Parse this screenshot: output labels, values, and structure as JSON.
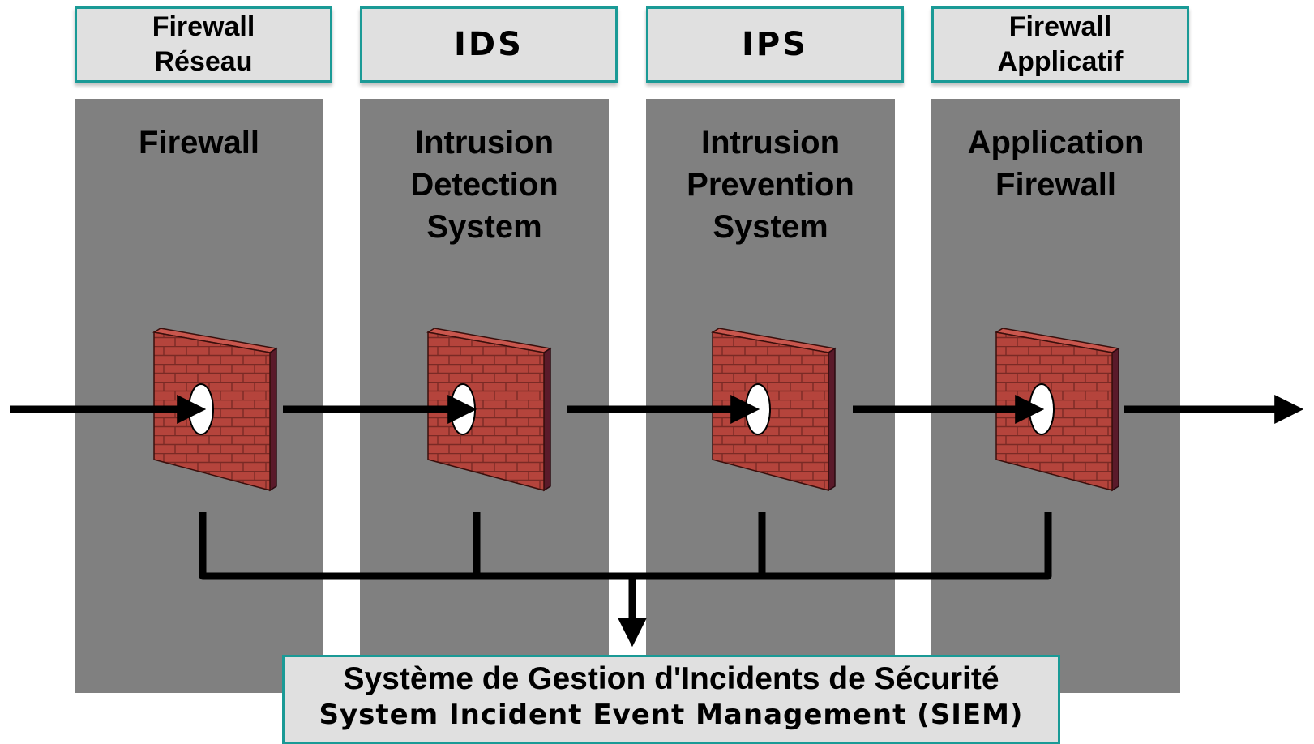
{
  "stages": [
    {
      "short_label": "Firewall\nRéseau",
      "title": "Firewall",
      "icon": "brick-wall-icon"
    },
    {
      "short_label": "IDS",
      "title": "Intrusion\nDetection\nSystem",
      "icon": "brick-wall-icon"
    },
    {
      "short_label": "IPS",
      "title": "Intrusion\nPrevention\nSystem",
      "icon": "brick-wall-icon"
    },
    {
      "short_label": "Firewall\nApplicatif",
      "title": "Application\nFirewall",
      "icon": "brick-wall-icon"
    }
  ],
  "siem": {
    "title_fr": "Système de Gestion d'Incidents de Sécurité",
    "title_en": "System Incident Event Management (SIEM)"
  },
  "colors": {
    "label_border": "#1a9a96",
    "label_fill": "#e0e0e0",
    "column_fill": "#808080",
    "brick": "#b5443c",
    "arrow": "#000000"
  }
}
